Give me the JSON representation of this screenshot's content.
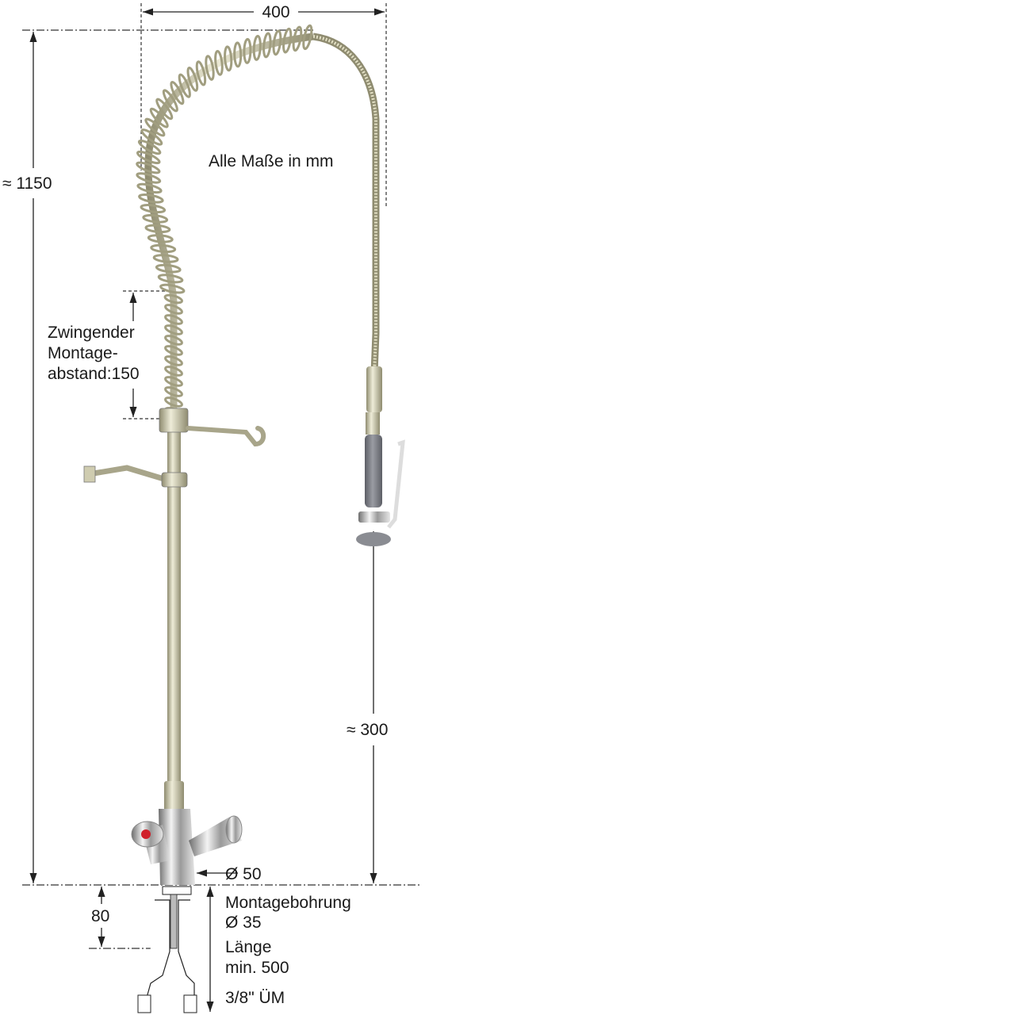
{
  "drawing": {
    "note": "Alle Maße in mm",
    "dimensions": {
      "width_top": "400",
      "height_total": "≈ 1150",
      "mount_distance": [
        "Zwingender",
        "Montage-",
        "abstand:150"
      ],
      "spray_height": "≈ 300",
      "body_diameter": "Ø 50",
      "depth_80": "80",
      "mount_hole": [
        "Montagebohrung",
        "Ø 35"
      ],
      "hose_length": [
        "Länge",
        "min. 500"
      ],
      "connection": "3/8\" ÜM"
    },
    "colors": {
      "steel": "#c9c6a8",
      "steel_dark": "#8f8c70",
      "grip": "#7d7f86",
      "hot_indicator": "#d0202a"
    }
  }
}
